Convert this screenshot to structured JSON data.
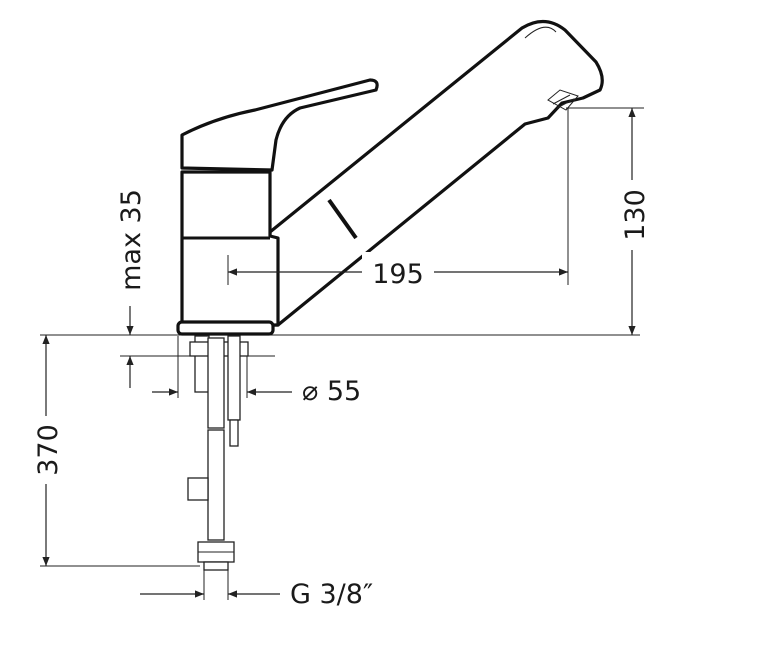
{
  "dimensions": {
    "spout_reach": "195",
    "spout_height": "130",
    "max_deck_thickness": "max 35",
    "hose_length": "370",
    "base_diameter": "⌀ 55",
    "connection_thread": "G 3/8″"
  },
  "colors": {
    "line": "#111111",
    "background": "#ffffff"
  }
}
